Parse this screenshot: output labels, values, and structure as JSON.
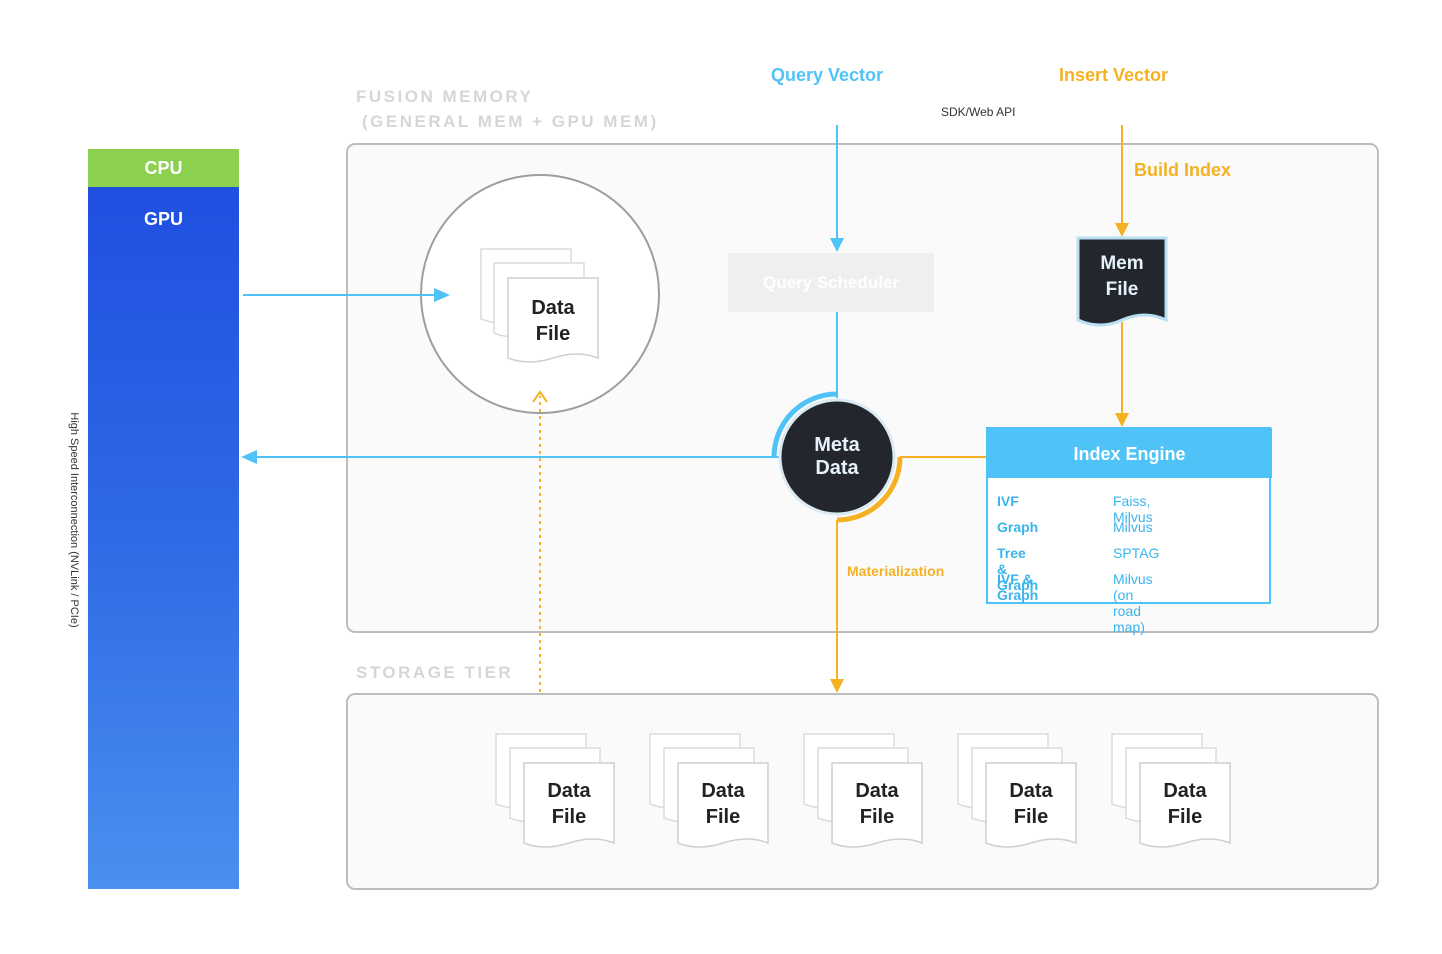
{
  "fusion_memory": {
    "title_line1": "FUSION MEMORY",
    "title_line2": "(GENERAL MEM + GPU MEM)"
  },
  "storage_tier": {
    "title": "STORAGE TIER"
  },
  "hardware": {
    "cpu": "CPU",
    "gpu": "GPU",
    "interconnect": "High Speed Interconnection (NVLink / PCIe)"
  },
  "flows": {
    "query_vector": "Query Vector",
    "insert_vector": "Insert Vector",
    "sdk": "SDK/Web API",
    "build_index": "Build Index",
    "materialization": "Materialization"
  },
  "nodes": {
    "query_scheduler": "Query Scheduler",
    "mem_file": {
      "line1": "Mem",
      "line2": "File"
    },
    "meta_data": {
      "line1": "Meta",
      "line2": "Data"
    },
    "cached_data_file": {
      "line1": "Data",
      "line2": "File"
    }
  },
  "index_engine": {
    "title": "Index Engine",
    "rows": [
      {
        "type": "IVF",
        "impl": "Faiss, Milvus"
      },
      {
        "type": "Graph",
        "impl": "Milvus"
      },
      {
        "type": "Tree & Graph",
        "impl": "SPTAG"
      },
      {
        "type": "IVF & Graph",
        "impl": "Milvus (on road map)"
      }
    ]
  },
  "storage_files": [
    {
      "line1": "Data",
      "line2": "File"
    },
    {
      "line1": "Data",
      "line2": "File"
    },
    {
      "line1": "Data",
      "line2": "File"
    },
    {
      "line1": "Data",
      "line2": "File"
    },
    {
      "line1": "Data",
      "line2": "File"
    }
  ],
  "colors": {
    "blue": "#4fc3f7",
    "orange": "#f5b121",
    "dark": "#23262d",
    "cpu": "#8bd14f",
    "gpu": "#2e6ae6"
  }
}
